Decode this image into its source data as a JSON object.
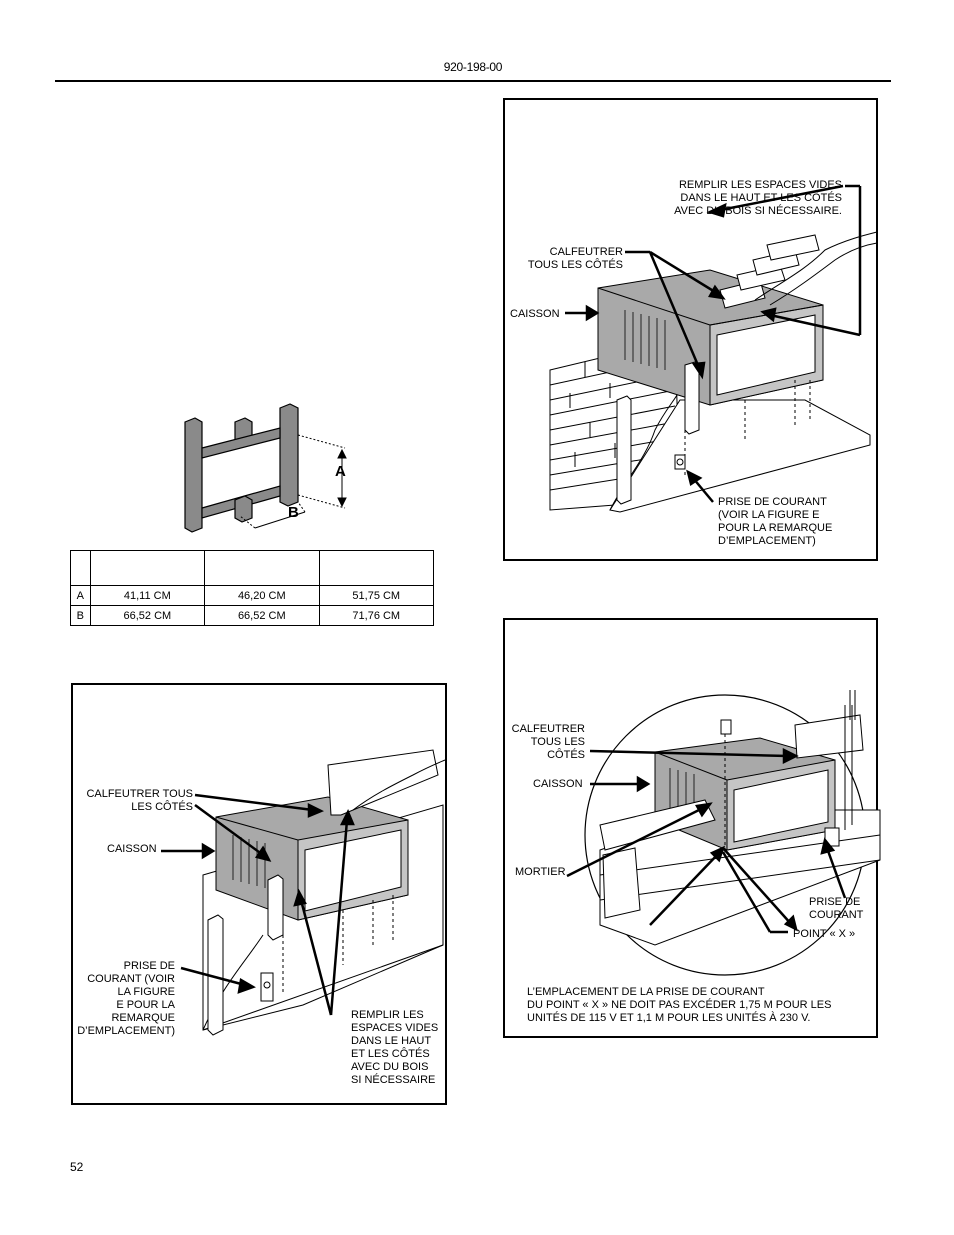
{
  "header": {
    "doc_number": "920-198-00"
  },
  "footer": {
    "page_number": "52"
  },
  "frame_figure": {
    "label_a": "A",
    "label_b": "B"
  },
  "dimension_table": {
    "header": [
      "",
      "",
      "",
      ""
    ],
    "rows": [
      [
        "A",
        "41,11 CM",
        "46,20 CM",
        "51,75 CM"
      ],
      [
        "B",
        "66,52 CM",
        "66,52 CM",
        "71,76 CM"
      ]
    ]
  },
  "figure_top_right": {
    "fill_label": "REMPLIR LES ESPACES VIDES\nDANS LE HAUT ET LES CÔTÉS\nAVEC DU BOIS SI NÉCESSAIRE.",
    "caulk_label": "CALFEUTRER\nTOUS LES CÔTÉS",
    "box_label": "CAISSON",
    "outlet_label": "PRISE DE COURANT\n(VOIR LA FIGURE E\nPOUR LA REMARQUE\nD’EMPLACEMENT)"
  },
  "figure_bottom_left": {
    "caulk_label": "CALFEUTRER TOUS\nLES CÔTÉS",
    "box_label": "CAISSON",
    "outlet_label": "PRISE DE\nCOURANT (VOIR\nLA FIGURE\nE POUR LA\nREMARQUE\nD’EMPLACEMENT)",
    "fill_label": "REMPLIR LES\nESPACES VIDES\nDANS LE HAUT\nET LES CÔTÉS\nAVEC DU BOIS\nSI NÉCESSAIRE"
  },
  "figure_bottom_right": {
    "caulk_label": "CALFEUTRER\nTOUS LES\nCÔTÉS",
    "box_label": "CAISSON",
    "mortar_label": "MORTIER",
    "outlet_label": "PRISE DE\nCOURANT",
    "point_label": "POINT « X »",
    "note": "L’EMPLACEMENT DE LA PRISE DE COURANT\nDU POINT « X » NE DOIT PAS EXCÉDER 1,75 M POUR LES\nUNITÉS DE 115 V ET 1,1 M POUR LES UNITÉS À 230 V."
  }
}
